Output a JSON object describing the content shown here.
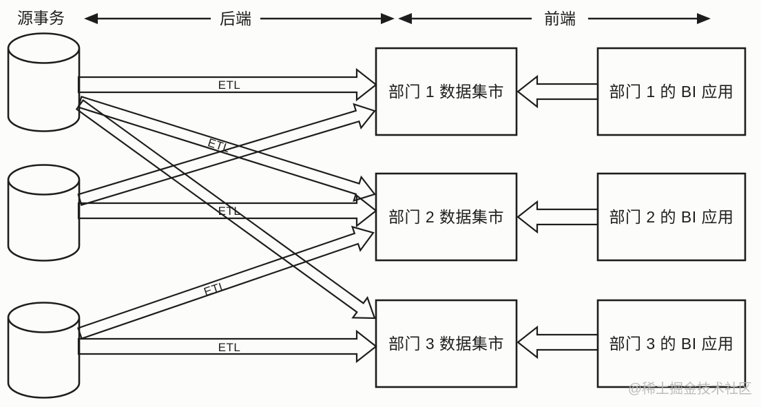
{
  "header": {
    "source_label": "源事务",
    "backend_label": "后端",
    "frontend_label": "前端"
  },
  "etl_label": "ETL",
  "data_marts": [
    {
      "label": "部门 1 数据集市"
    },
    {
      "label": "部门 2 数据集市"
    },
    {
      "label": "部门 3 数据集市"
    }
  ],
  "bi_apps": [
    {
      "label": "部门 1 的 BI 应用"
    },
    {
      "label": "部门 2 的 BI 应用"
    },
    {
      "label": "部门 3 的 BI 应用"
    }
  ],
  "watermark": "@稀土掘金技术社区",
  "colors": {
    "ink": "#1d1d1d",
    "background": "#fcfcfa",
    "watermark": "#b6b6b6"
  }
}
